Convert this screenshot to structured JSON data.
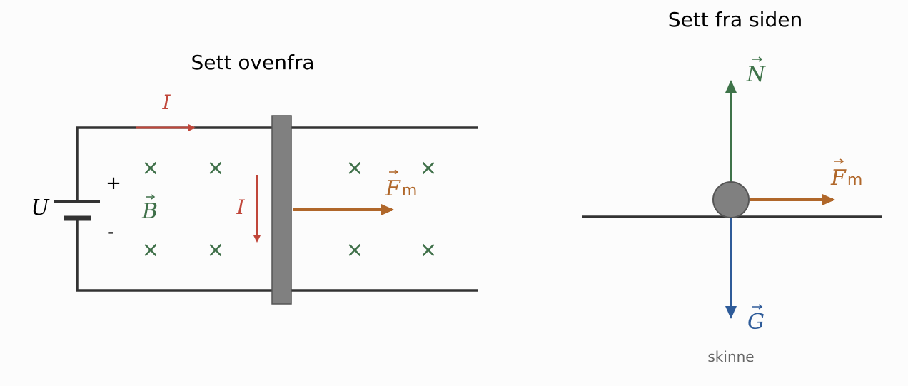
{
  "colors": {
    "wire": "#333333",
    "rod": "#808080",
    "rod_edge": "#555555",
    "current": "#c0463a",
    "field": "#3f7049",
    "force_m": "#b0672a",
    "normal": "#3e7349",
    "gravity": "#2e5b99"
  },
  "top_view": {
    "title": "Sett ovenfra",
    "battery_label": "U",
    "plus": "+",
    "minus": "-",
    "current_label_top": "I",
    "current_label_rod": "I",
    "field_label": "B",
    "field_symbol": "×",
    "force_label": "F",
    "force_subscript": "m"
  },
  "side_view": {
    "title": "Sett fra siden",
    "normal_label": "N",
    "gravity_label": "G",
    "force_label": "F",
    "force_subscript": "m",
    "rail_label": "skinne"
  }
}
